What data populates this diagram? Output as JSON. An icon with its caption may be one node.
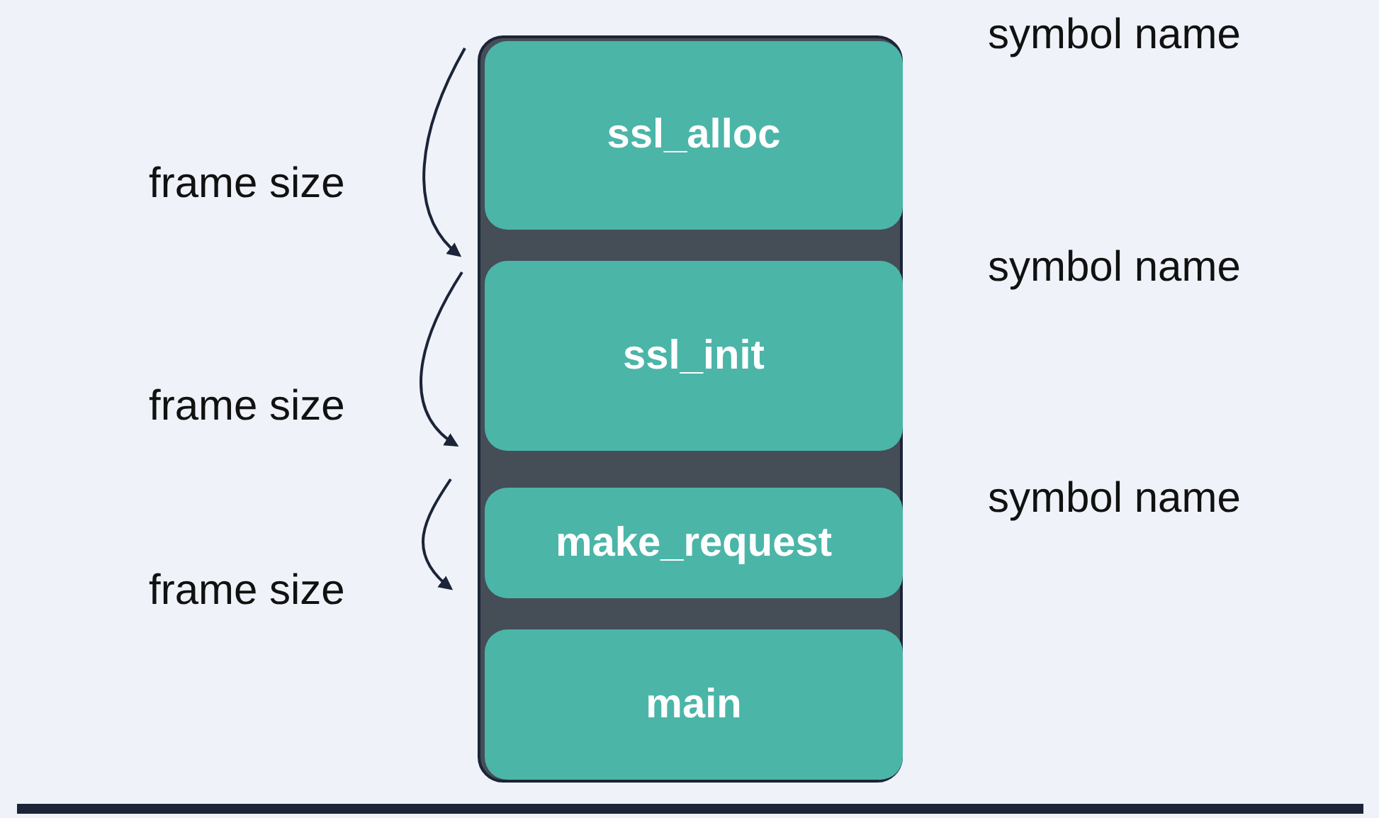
{
  "diagram": {
    "nodes": [
      {
        "text": [],
        "shape": "box"
      },
      {
        "text": [
          "ssl_alloc"
        ],
        "in": 0
      },
      {
        "text": [
          "ssl_init"
        ],
        "in": 0
      },
      {
        "text": [
          "make_request"
        ],
        "in": 0
      },
      {
        "text": [
          "main"
        ],
        "in": 0
      }
    ],
    "labels": [
      "symbol name",
      "frame size",
      "symbol name",
      "frame size",
      "symbol name",
      "frame size"
    ]
  }
}
